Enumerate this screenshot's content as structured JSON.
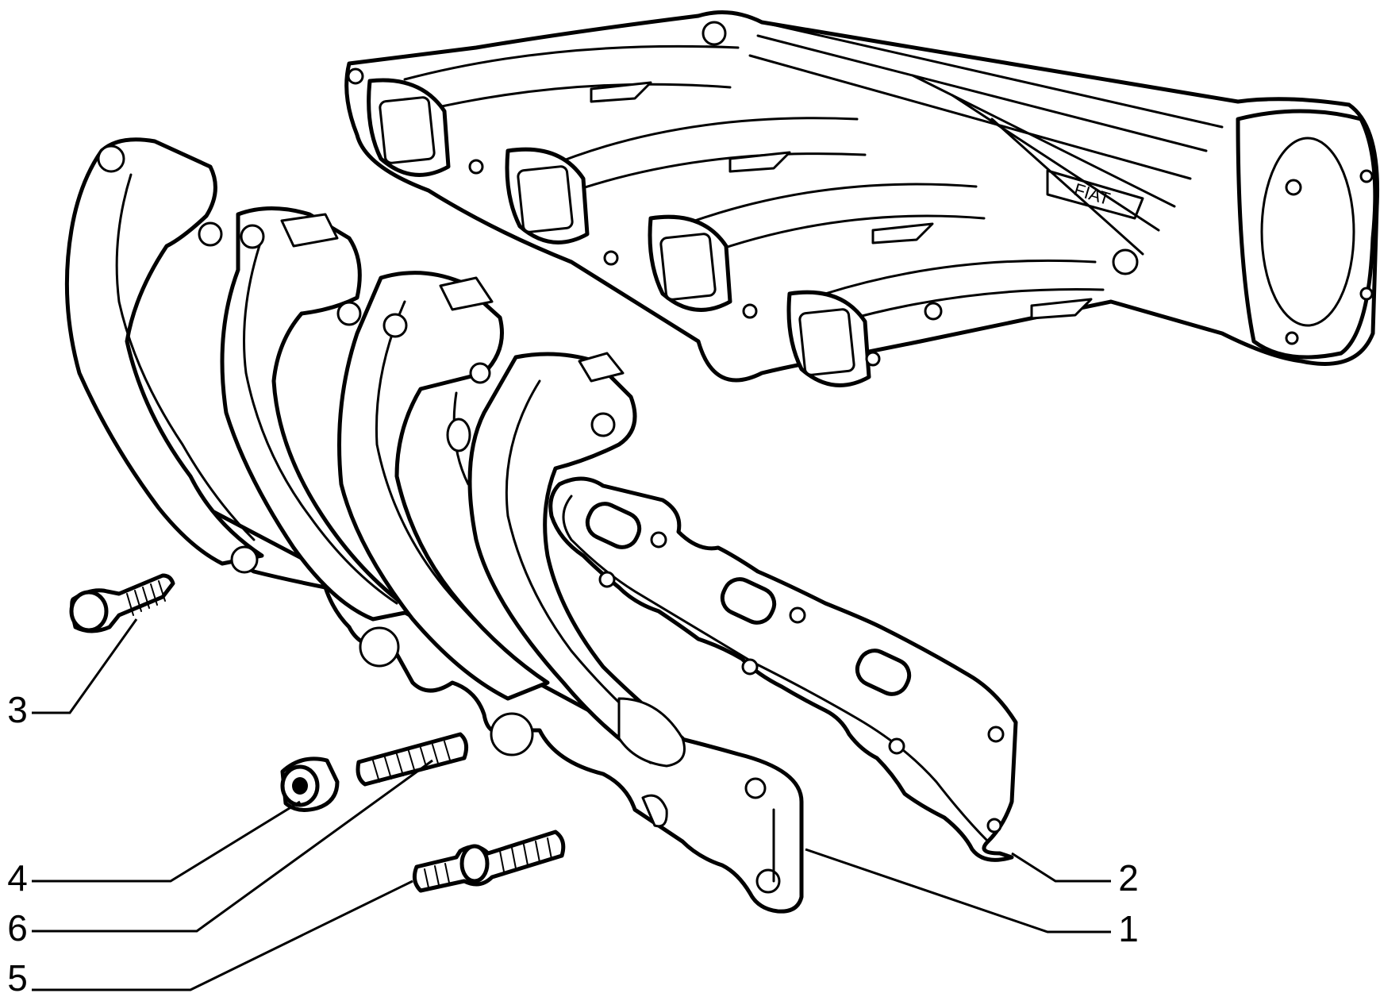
{
  "diagram": {
    "callouts": [
      {
        "id": "1",
        "label": "1"
      },
      {
        "id": "2",
        "label": "2"
      },
      {
        "id": "3",
        "label": "3"
      },
      {
        "id": "4",
        "label": "4"
      },
      {
        "id": "5",
        "label": "5"
      },
      {
        "id": "6",
        "label": "6"
      }
    ],
    "manifold_logo": "FIAT"
  }
}
